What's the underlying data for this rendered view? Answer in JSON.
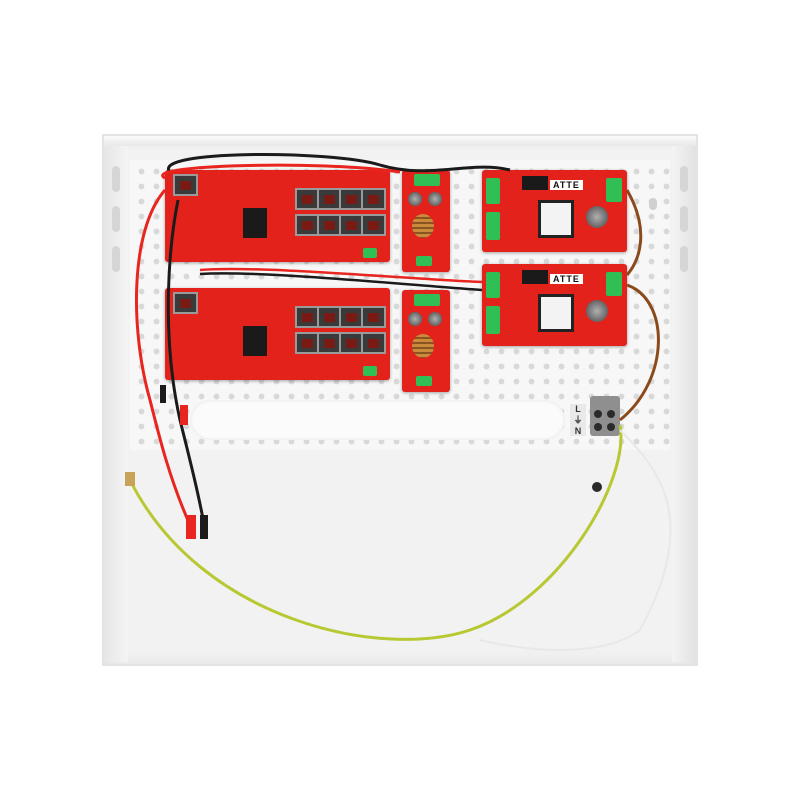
{
  "scene": {
    "subject": "Wall-mounted power/network enclosure with two red switch PCBs, two DC-DC converter boards and two power supply modules",
    "background_color": "#ffffff",
    "enclosure_color": "#f2f2f2"
  },
  "psu_modules": [
    {
      "brand_label": "ATTE",
      "color": "#e3221c"
    },
    {
      "brand_label": "ATTE",
      "color": "#e3221c"
    }
  ],
  "mains_terminal": {
    "labels": [
      "L",
      "⏚",
      "N"
    ]
  },
  "wire_colors": {
    "red": "#e8251f",
    "black": "#1b1b1b",
    "brown": "#8b4a1c",
    "earth_yellow_green": "#b8c832",
    "white": "#e8e8e8"
  }
}
